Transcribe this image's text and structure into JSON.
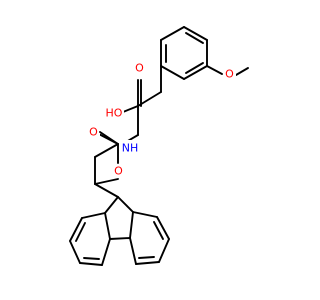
{
  "structure": {
    "name_hint": "",
    "atoms": {
      "oxygen_symbol": "O",
      "hydroxyl": "HO",
      "amine": "NH"
    },
    "colors": {
      "bond": "#000000",
      "oxygen": "#ff0000",
      "nitrogen": "#0000ff"
    }
  }
}
